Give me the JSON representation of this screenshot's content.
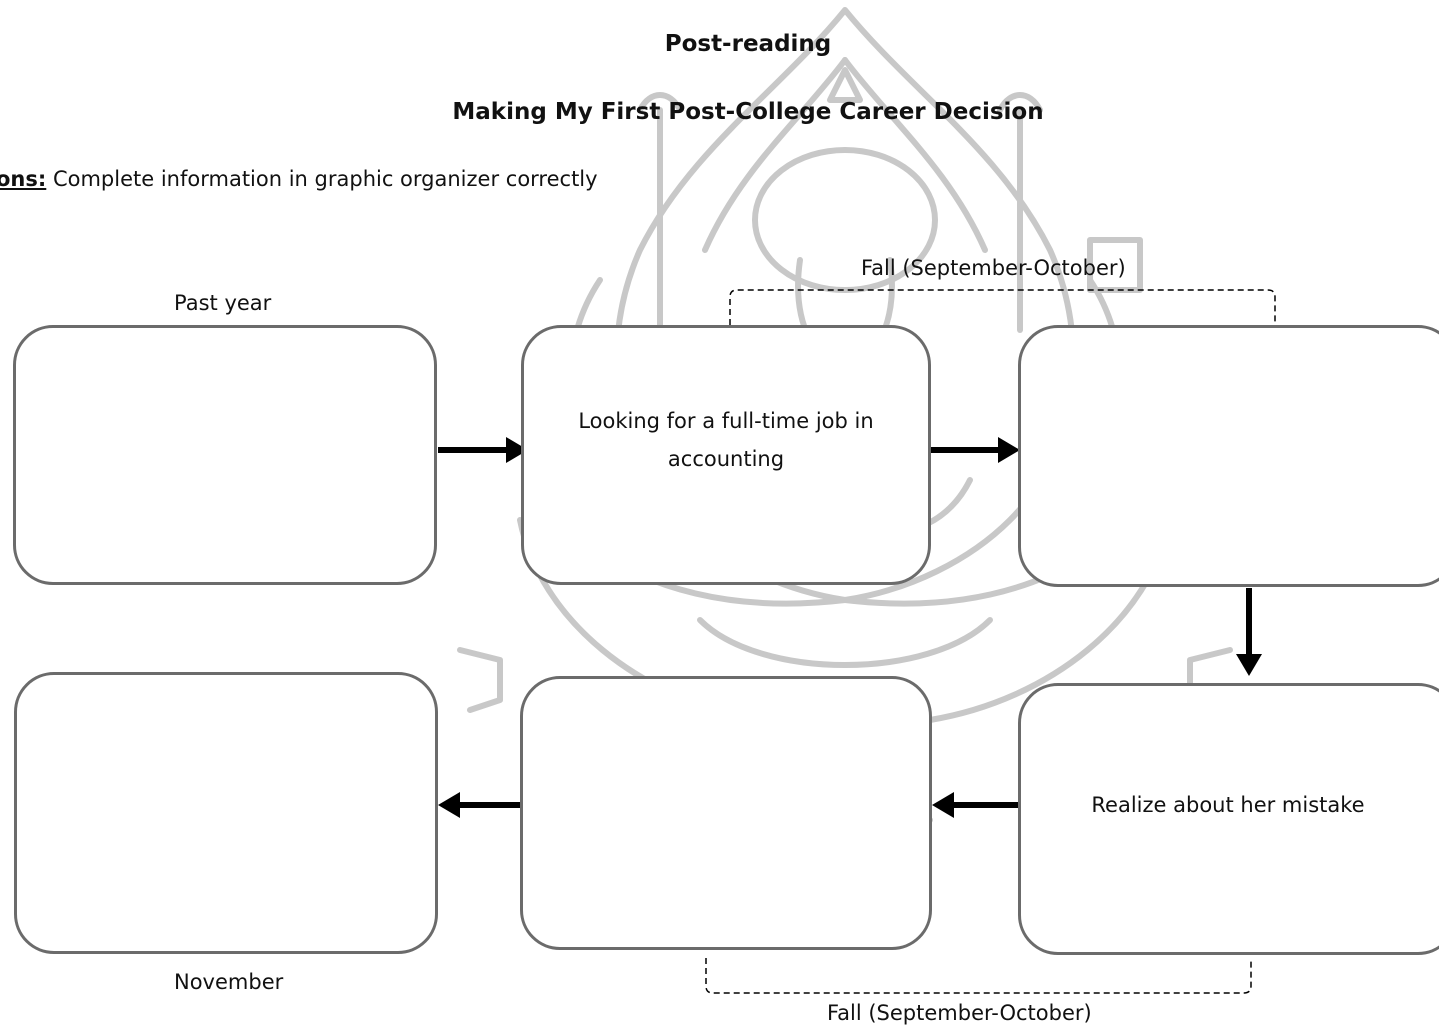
{
  "heading": {
    "title": "Post-reading",
    "subtitle": "Making My First Post-College Career Decision"
  },
  "instructions": {
    "lead": "ons:",
    "text": " Complete information in graphic organizer correctly"
  },
  "labels": {
    "past_year": "Past year",
    "fall_top": "Fall (September-October)",
    "november": "November",
    "fall_bottom": "Fall (September-October)"
  },
  "boxes": {
    "box1": "",
    "box2": "Looking for a full-time job in accounting",
    "box3": "",
    "box4": "Realize about her mistake",
    "box5": "",
    "box6": ""
  },
  "colors": {
    "box_border": "#6b6b6b",
    "arrow": "#000000",
    "watermark": "#c8c8c8"
  }
}
